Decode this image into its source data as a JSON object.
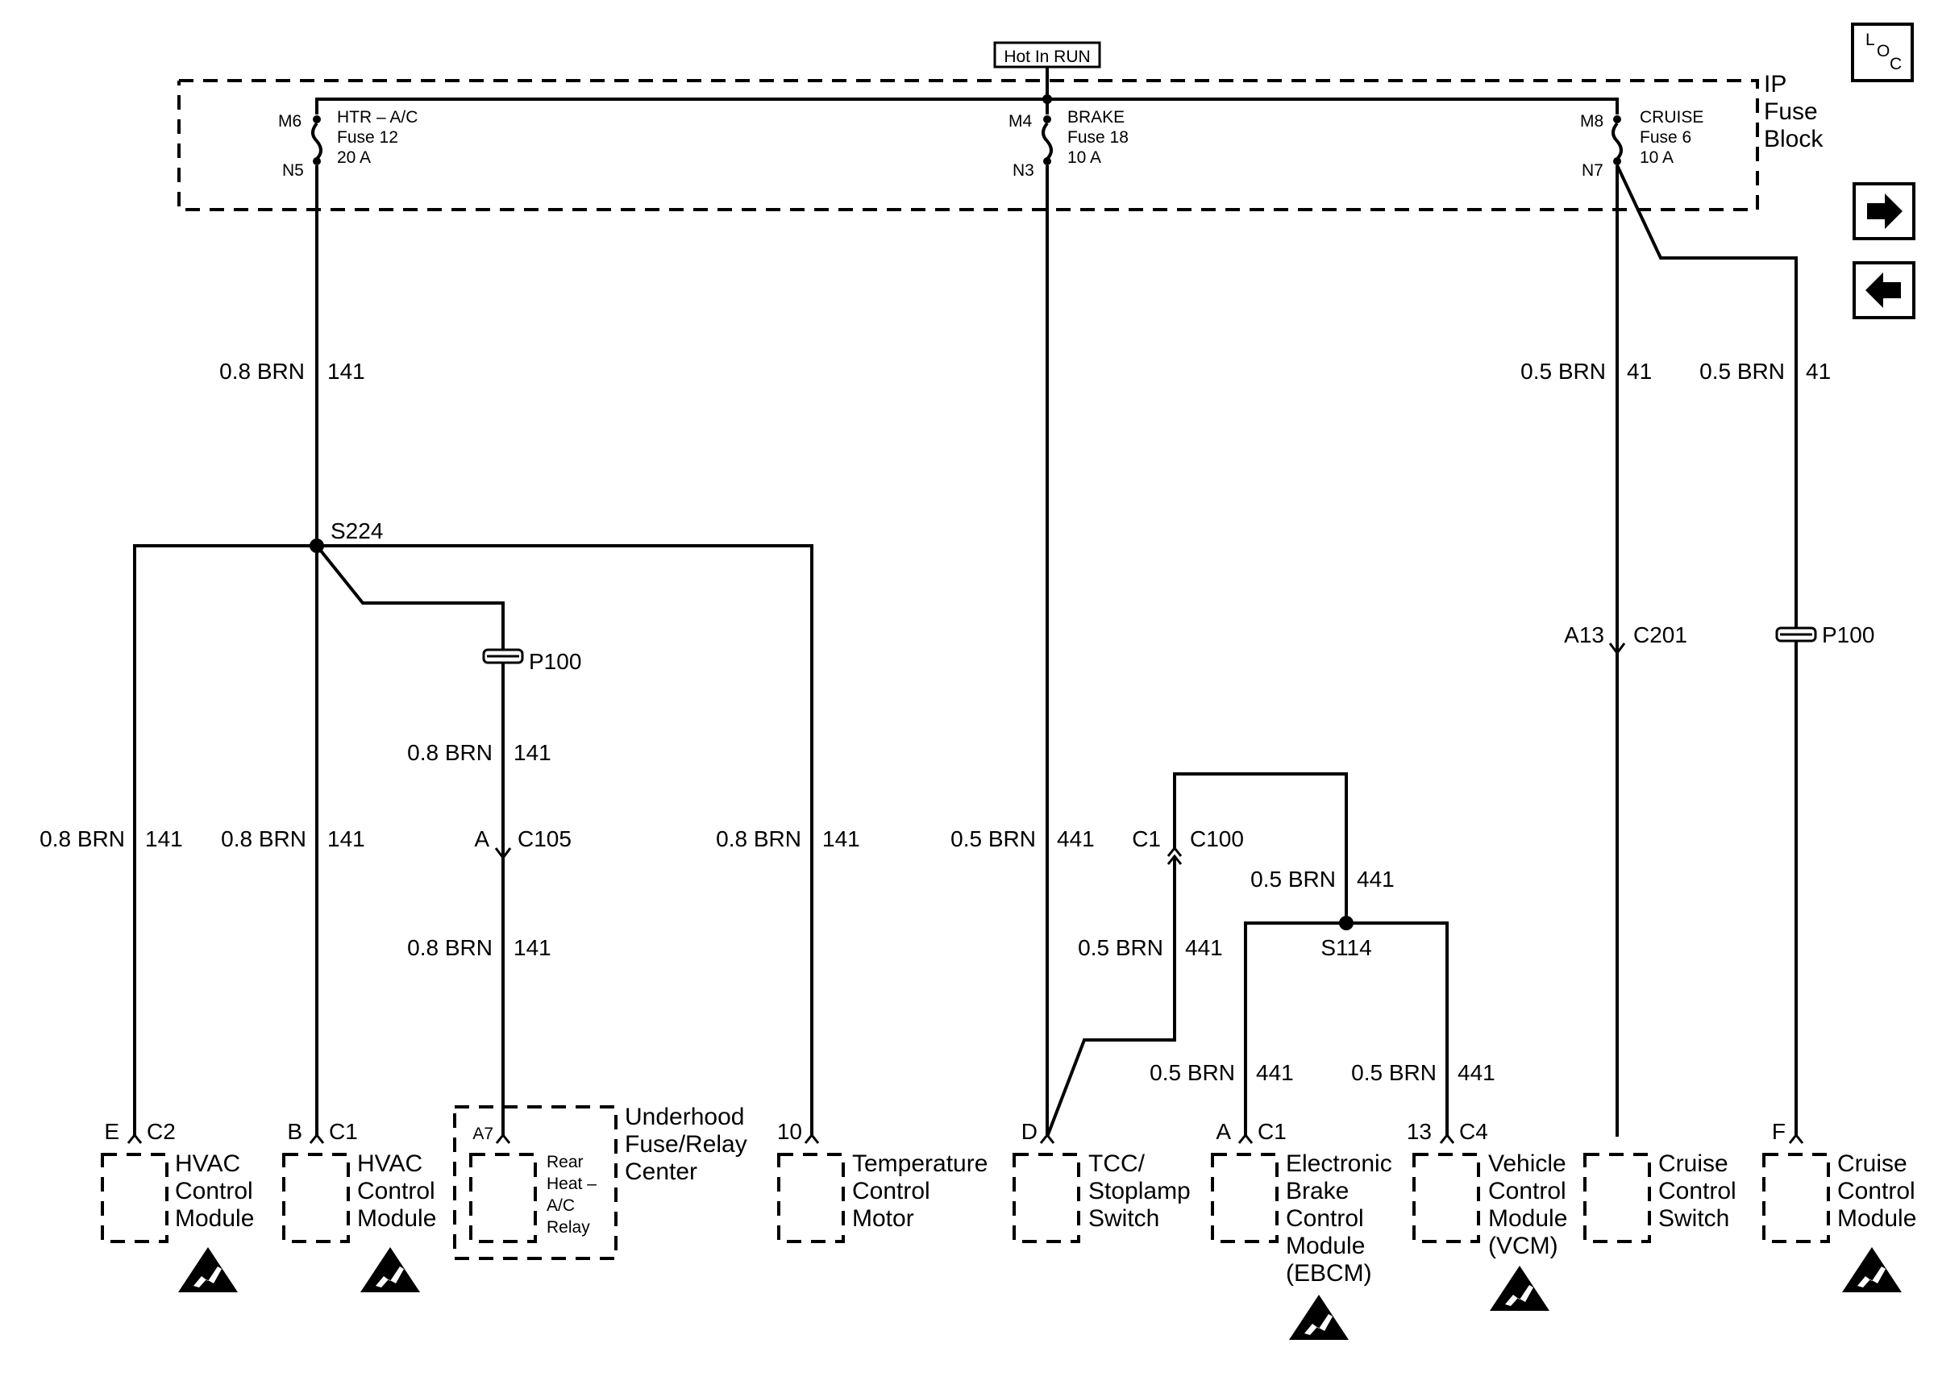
{
  "supply": {
    "label": "Hot In RUN"
  },
  "fuse_block": {
    "label": [
      "IP",
      "Fuse",
      "Block"
    ]
  },
  "fuses": [
    {
      "pin_in": "M6",
      "pin_out": "N5",
      "name": "HTR – A/C",
      "fuse": "Fuse 12",
      "rating": "20 A"
    },
    {
      "pin_in": "M4",
      "pin_out": "N3",
      "name": "BRAKE",
      "fuse": "Fuse 18",
      "rating": "10 A"
    },
    {
      "pin_in": "M8",
      "pin_out": "N7",
      "name": "CRUISE",
      "fuse": "Fuse 6",
      "rating": "10 A"
    }
  ],
  "wire_labels": {
    "w_141_main": [
      "0.8 BRN",
      "141"
    ],
    "w_41_a": [
      "0.5 BRN",
      "41"
    ],
    "w_41_b": [
      "0.5 BRN",
      "41"
    ],
    "w_141_hvac_e": [
      "0.8 BRN",
      "141"
    ],
    "w_141_hvac_b": [
      "0.8 BRN",
      "141"
    ],
    "w_141_relay_upper": [
      "0.8 BRN",
      "141"
    ],
    "w_141_relay_lower": [
      "0.8 BRN",
      "141"
    ],
    "w_141_temp": [
      "0.8 BRN",
      "141"
    ],
    "w_441_main": [
      "0.5 BRN",
      "441"
    ],
    "w_441_c100": [
      "0.5 BRN",
      "441"
    ],
    "w_441_tcc": [
      "0.5 BRN",
      "441"
    ],
    "w_441_ebcm": [
      "0.5 BRN",
      "441"
    ],
    "w_441_vcm": [
      "0.5 BRN",
      "441"
    ]
  },
  "splices": {
    "s224": "S224",
    "s114": "S114"
  },
  "connectors": {
    "p100_left": "P100",
    "p100_right": "P100",
    "c105": {
      "pin": "A",
      "name": "C105"
    },
    "c100": {
      "pin": "C1",
      "name": "C100"
    },
    "c201": {
      "pin": "A13",
      "name": "C201"
    }
  },
  "components": [
    {
      "pin": "E",
      "connector": "C2",
      "lines": [
        "HVAC",
        "Control",
        "Module"
      ],
      "esd": true
    },
    {
      "pin": "B",
      "connector": "C1",
      "lines": [
        "HVAC",
        "Control",
        "Module"
      ],
      "esd": true
    },
    {
      "pin": "A7",
      "connector": "",
      "lines": [
        "Rear",
        "Heat –",
        "A/C",
        "Relay"
      ],
      "esd": false
    },
    {
      "pin": "10",
      "connector": "",
      "lines": [
        "Temperature",
        "Control",
        "Motor"
      ],
      "esd": false
    },
    {
      "pin": "D",
      "connector": "",
      "lines": [
        "TCC/",
        "Stoplamp",
        "Switch"
      ],
      "esd": false
    },
    {
      "pin": "A",
      "connector": "C1",
      "lines": [
        "Electronic",
        "Brake",
        "Control",
        "Module",
        "(EBCM)"
      ],
      "esd": true
    },
    {
      "pin": "13",
      "connector": "C4",
      "lines": [
        "Vehicle",
        "Control",
        "Module",
        "(VCM)"
      ],
      "esd": true
    },
    {
      "pin": "",
      "connector": "",
      "lines": [
        "Cruise",
        "Control",
        "Switch"
      ],
      "esd": false
    },
    {
      "pin": "F",
      "connector": "",
      "lines": [
        "Cruise",
        "Control",
        "Module"
      ],
      "esd": true
    }
  ],
  "underhood": {
    "lines": [
      "Underhood",
      "Fuse/Relay",
      "Center"
    ]
  },
  "nav": {
    "loc": {
      "l": "L",
      "o": "O",
      "c": "C"
    },
    "forward_icon": "arrow-right-icon",
    "back_icon": "arrow-left-icon"
  }
}
